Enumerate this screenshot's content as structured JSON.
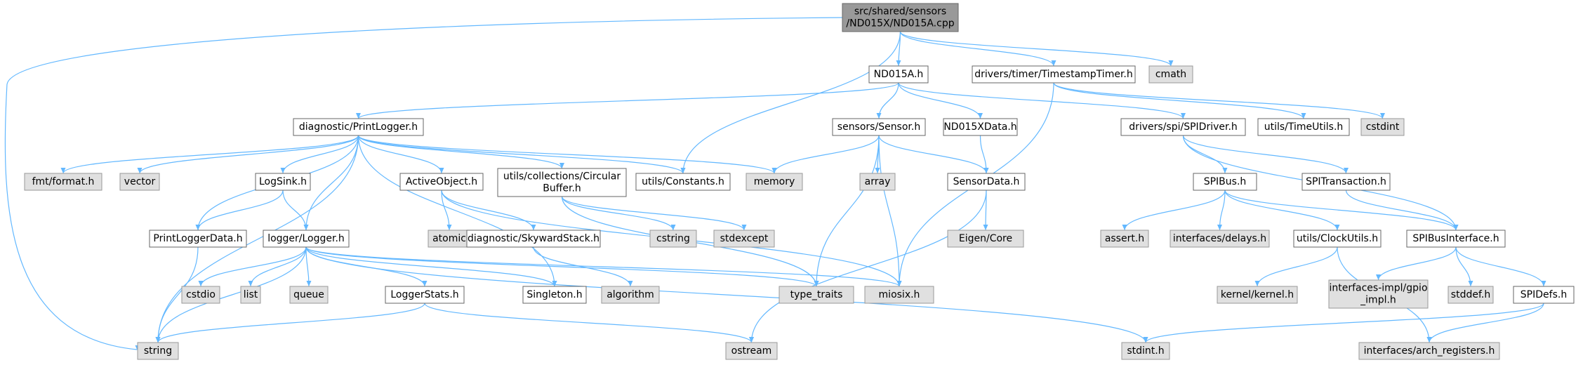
{
  "colors": {
    "edge": "#63b8ff",
    "root_fill": "#999999",
    "root_stroke": "#666666",
    "project_fill": "#ffffff",
    "project_stroke": "#666666",
    "system_fill": "#e0e0e0",
    "system_stroke": "#999999"
  },
  "nodes": [
    {
      "id": "root",
      "kind": "root",
      "label": [
        "src/shared/sensors",
        "/ND015X/ND015A.cpp"
      ]
    },
    {
      "id": "nd015a_h",
      "kind": "project",
      "label": [
        "ND015A.h"
      ]
    },
    {
      "id": "timestamp_timer",
      "kind": "project",
      "label": [
        "drivers/timer/TimestampTimer.h"
      ]
    },
    {
      "id": "cmath",
      "kind": "system",
      "label": [
        "cmath"
      ]
    },
    {
      "id": "print_logger",
      "kind": "project",
      "label": [
        "diagnostic/PrintLogger.h"
      ]
    },
    {
      "id": "sensor_h",
      "kind": "project",
      "label": [
        "sensors/Sensor.h"
      ]
    },
    {
      "id": "nd015xdata",
      "kind": "project",
      "label": [
        "ND015XData.h"
      ]
    },
    {
      "id": "spidriver",
      "kind": "project",
      "label": [
        "drivers/spi/SPIDriver.h"
      ]
    },
    {
      "id": "timeutils",
      "kind": "project",
      "label": [
        "utils/TimeUtils.h"
      ]
    },
    {
      "id": "cstdint",
      "kind": "system",
      "label": [
        "cstdint"
      ]
    },
    {
      "id": "fmt",
      "kind": "system",
      "label": [
        "fmt/format.h"
      ]
    },
    {
      "id": "vector",
      "kind": "system",
      "label": [
        "vector"
      ]
    },
    {
      "id": "logsink",
      "kind": "project",
      "label": [
        "LogSink.h"
      ]
    },
    {
      "id": "activeobject",
      "kind": "project",
      "label": [
        "ActiveObject.h"
      ]
    },
    {
      "id": "circbuf",
      "kind": "project",
      "label": [
        "utils/collections/Circular",
        "Buffer.h"
      ]
    },
    {
      "id": "constants",
      "kind": "project",
      "label": [
        "utils/Constants.h"
      ]
    },
    {
      "id": "memory",
      "kind": "system",
      "label": [
        "memory"
      ]
    },
    {
      "id": "array",
      "kind": "system",
      "label": [
        "array"
      ]
    },
    {
      "id": "sensordata",
      "kind": "project",
      "label": [
        "SensorData.h"
      ]
    },
    {
      "id": "spibus",
      "kind": "project",
      "label": [
        "SPIBus.h"
      ]
    },
    {
      "id": "spitransaction",
      "kind": "project",
      "label": [
        "SPITransaction.h"
      ]
    },
    {
      "id": "printloggerdata",
      "kind": "project",
      "label": [
        "PrintLoggerData.h"
      ]
    },
    {
      "id": "logger",
      "kind": "project",
      "label": [
        "logger/Logger.h"
      ]
    },
    {
      "id": "atomic",
      "kind": "system",
      "label": [
        "atomic"
      ]
    },
    {
      "id": "skyward",
      "kind": "project",
      "label": [
        "diagnostic/SkywardStack.h"
      ]
    },
    {
      "id": "cstring",
      "kind": "system",
      "label": [
        "cstring"
      ]
    },
    {
      "id": "stdexcept",
      "kind": "system",
      "label": [
        "stdexcept"
      ]
    },
    {
      "id": "eigen",
      "kind": "system",
      "label": [
        "Eigen/Core"
      ]
    },
    {
      "id": "assert",
      "kind": "system",
      "label": [
        "assert.h"
      ]
    },
    {
      "id": "delays",
      "kind": "system",
      "label": [
        "interfaces/delays.h"
      ]
    },
    {
      "id": "clockutils",
      "kind": "project",
      "label": [
        "utils/ClockUtils.h"
      ]
    },
    {
      "id": "spibusinterface",
      "kind": "project",
      "label": [
        "SPIBusInterface.h"
      ]
    },
    {
      "id": "cstdio",
      "kind": "system",
      "label": [
        "cstdio"
      ]
    },
    {
      "id": "list",
      "kind": "system",
      "label": [
        "list"
      ]
    },
    {
      "id": "queue",
      "kind": "system",
      "label": [
        "queue"
      ]
    },
    {
      "id": "loggerstats",
      "kind": "project",
      "label": [
        "LoggerStats.h"
      ]
    },
    {
      "id": "singleton",
      "kind": "project",
      "label": [
        "Singleton.h"
      ]
    },
    {
      "id": "algorithm",
      "kind": "system",
      "label": [
        "algorithm"
      ]
    },
    {
      "id": "type_traits",
      "kind": "system",
      "label": [
        "type_traits"
      ]
    },
    {
      "id": "miosix",
      "kind": "system",
      "label": [
        "miosix.h"
      ]
    },
    {
      "id": "kernel",
      "kind": "system",
      "label": [
        "kernel/kernel.h"
      ]
    },
    {
      "id": "gpio_impl",
      "kind": "system",
      "label": [
        "interfaces-impl/gpio",
        "_impl.h"
      ]
    },
    {
      "id": "stddef",
      "kind": "system",
      "label": [
        "stddef.h"
      ]
    },
    {
      "id": "spidefs",
      "kind": "project",
      "label": [
        "SPIDefs.h"
      ]
    },
    {
      "id": "string",
      "kind": "system",
      "label": [
        "string"
      ]
    },
    {
      "id": "ostream",
      "kind": "system",
      "label": [
        "ostream"
      ]
    },
    {
      "id": "stdint",
      "kind": "system",
      "label": [
        "stdint.h"
      ]
    },
    {
      "id": "arch_registers",
      "kind": "system",
      "label": [
        "interfaces/arch_registers.h"
      ]
    }
  ],
  "edges": [
    [
      "root",
      "string"
    ],
    [
      "root",
      "constants"
    ],
    [
      "root",
      "nd015a_h"
    ],
    [
      "root",
      "timestamp_timer"
    ],
    [
      "root",
      "cmath"
    ],
    [
      "nd015a_h",
      "print_logger"
    ],
    [
      "nd015a_h",
      "sensor_h"
    ],
    [
      "nd015a_h",
      "nd015xdata"
    ],
    [
      "nd015a_h",
      "spidriver"
    ],
    [
      "timestamp_timer",
      "miosix"
    ],
    [
      "timestamp_timer",
      "timeutils"
    ],
    [
      "timestamp_timer",
      "cstdint"
    ],
    [
      "print_logger",
      "fmt"
    ],
    [
      "print_logger",
      "vector"
    ],
    [
      "print_logger",
      "string"
    ],
    [
      "print_logger",
      "printloggerdata"
    ],
    [
      "print_logger",
      "logsink"
    ],
    [
      "print_logger",
      "logger"
    ],
    [
      "print_logger",
      "singleton"
    ],
    [
      "print_logger",
      "activeobject"
    ],
    [
      "print_logger",
      "circbuf"
    ],
    [
      "print_logger",
      "constants"
    ],
    [
      "print_logger",
      "memory"
    ],
    [
      "sensor_h",
      "memory"
    ],
    [
      "sensor_h",
      "array"
    ],
    [
      "sensor_h",
      "type_traits"
    ],
    [
      "sensor_h",
      "miosix"
    ],
    [
      "sensor_h",
      "sensordata"
    ],
    [
      "nd015xdata",
      "sensordata"
    ],
    [
      "spidriver",
      "spibus"
    ],
    [
      "spidriver",
      "spitransaction"
    ],
    [
      "spidriver",
      "spibusinterface"
    ],
    [
      "logsink",
      "printloggerdata"
    ],
    [
      "logsink",
      "logger"
    ],
    [
      "activeobject",
      "atomic"
    ],
    [
      "activeobject",
      "skyward"
    ],
    [
      "activeobject",
      "miosix"
    ],
    [
      "circbuf",
      "cstring"
    ],
    [
      "circbuf",
      "stdexcept"
    ],
    [
      "circbuf",
      "type_traits"
    ],
    [
      "sensordata",
      "eigen"
    ],
    [
      "sensordata",
      "ostream"
    ],
    [
      "spibus",
      "assert"
    ],
    [
      "spibus",
      "delays"
    ],
    [
      "spibus",
      "clockutils"
    ],
    [
      "spibus",
      "spibusinterface"
    ],
    [
      "spitransaction",
      "spibusinterface"
    ],
    [
      "printloggerdata",
      "string"
    ],
    [
      "logger",
      "cstdio"
    ],
    [
      "logger",
      "list"
    ],
    [
      "logger",
      "queue"
    ],
    [
      "logger",
      "string"
    ],
    [
      "logger",
      "loggerstats"
    ],
    [
      "logger",
      "singleton"
    ],
    [
      "logger",
      "type_traits"
    ],
    [
      "logger",
      "miosix"
    ],
    [
      "logger",
      "stdint"
    ],
    [
      "skyward",
      "algorithm"
    ],
    [
      "clockutils",
      "kernel"
    ],
    [
      "clockutils",
      "arch_registers"
    ],
    [
      "spibusinterface",
      "gpio_impl"
    ],
    [
      "spibusinterface",
      "stddef"
    ],
    [
      "spibusinterface",
      "spidefs"
    ],
    [
      "loggerstats",
      "string"
    ],
    [
      "loggerstats",
      "ostream"
    ],
    [
      "spidefs",
      "stdint"
    ],
    [
      "spidefs",
      "arch_registers"
    ]
  ]
}
